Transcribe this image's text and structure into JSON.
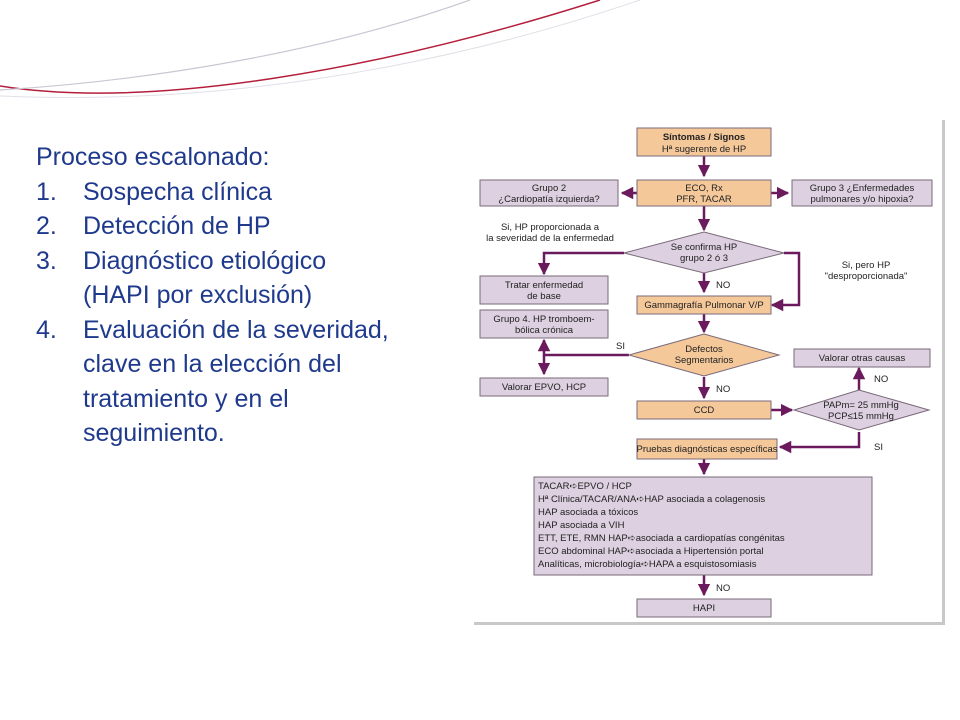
{
  "colors": {
    "text_blue": "#1f3a8c",
    "arrow_purple": "#6b1a5e",
    "orange_fill": "#f5c89a",
    "lilac_fill": "#ddd0e0",
    "box_stroke": "#7a6a7a",
    "deco_line": "#b41e3c"
  },
  "text_panel": {
    "heading": "Proceso escalonado:",
    "steps": [
      {
        "num": "1.",
        "lines": [
          "Sospecha clínica"
        ]
      },
      {
        "num": "2.",
        "lines": [
          "Detección de HP"
        ]
      },
      {
        "num": "3.",
        "lines": [
          "Diagnóstico etiológico",
          "(HAPI por exclusión)"
        ]
      },
      {
        "num": "4.",
        "lines": [
          "Evaluación de la severidad,",
          "clave en la elección del",
          "tratamiento y en el",
          "seguimiento."
        ]
      }
    ]
  },
  "flowchart": {
    "nodes": {
      "sintomas": [
        "Síntomas / Signos",
        "Hª sugerente de HP"
      ],
      "eco": [
        "ECO, Rx",
        "PFR, TACAR"
      ],
      "grupo2": [
        "Grupo 2",
        "¿Cardiopatía izquierda?"
      ],
      "grupo3": [
        "Grupo 3 ¿Enfermedades",
        "pulmonares y/o hipoxia?"
      ],
      "confirma": [
        "Se confirma HP",
        "grupo 2 ó 3"
      ],
      "tratar": [
        "Tratar enfermedad",
        "de base"
      ],
      "gamma": [
        "Gammagrafía Pulmonar V/P"
      ],
      "grupo4": [
        "Grupo 4. HP tromboem-",
        "bólica crónica"
      ],
      "defectos": [
        "Defectos",
        "Segmentarios"
      ],
      "otras": [
        "Valorar otras causas"
      ],
      "valorar_epvo": [
        "Valorar EPVO, HCP"
      ],
      "ccd": [
        "CCD"
      ],
      "papm": [
        "PAPm= 25 mmHg",
        "PCP≤15 mmHg"
      ],
      "pruebas": [
        "Pruebas diagnósticas específicas"
      ],
      "tests": [
        "TACAR➪EPVO / HCP",
        "Hª Clínica/TACAR/ANA➪HAP asociada a colagenosis",
        "HAP asociada a tóxicos",
        "HAP asociada a VIH",
        "ETT, ETE, RMN HAP➪asociada a cardiopatías congénitas",
        "ECO abdominal HAP➪asociada a Hipertensión portal",
        "Analíticas, microbiología➪HAPA a esquistosomiasis"
      ],
      "hapi": [
        "HAPI"
      ]
    },
    "labels": {
      "si_prop": [
        "Si, HP proporcionada a",
        "la severidad de la enfermedad"
      ],
      "si_desp": [
        "Si, pero HP",
        "\"desproporcionada\""
      ],
      "no1": "NO",
      "si_def": "SI",
      "no_ccd": "NO",
      "no_papm": "NO",
      "si_papm": "SI",
      "no_hapi": "NO"
    }
  }
}
